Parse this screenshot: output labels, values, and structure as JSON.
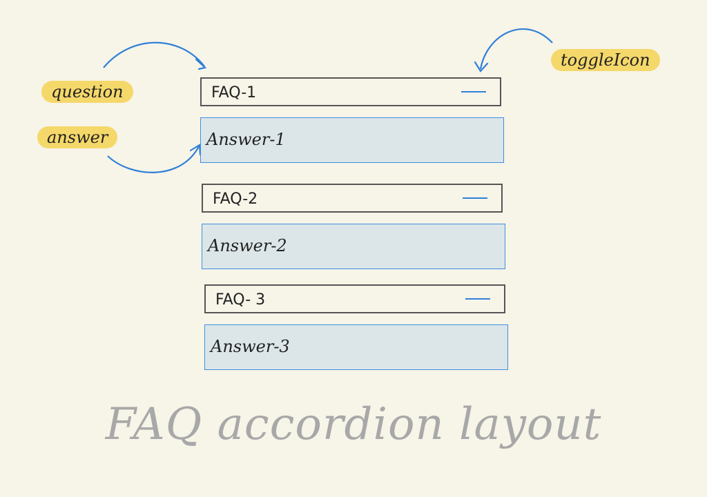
{
  "annotations": {
    "question": "question",
    "answer": "answer",
    "toggle_icon": "toggleIcon"
  },
  "faqs": [
    {
      "question": "FAQ-1",
      "answer": "Answer-1"
    },
    {
      "question": "FAQ-2",
      "answer": "Answer-2"
    },
    {
      "question": "FAQ- 3",
      "answer": "Answer-3"
    }
  ],
  "caption": "FAQ accordion layout",
  "colors": {
    "background": "#f7f4e8",
    "highlight": "#f5d86a",
    "arrow": "#2f80d8",
    "answer_fill": "#dce6e8",
    "answer_border": "#3d8fe0",
    "caption": "#a8a8a8"
  },
  "icons": {
    "toggle": "minus-icon"
  }
}
